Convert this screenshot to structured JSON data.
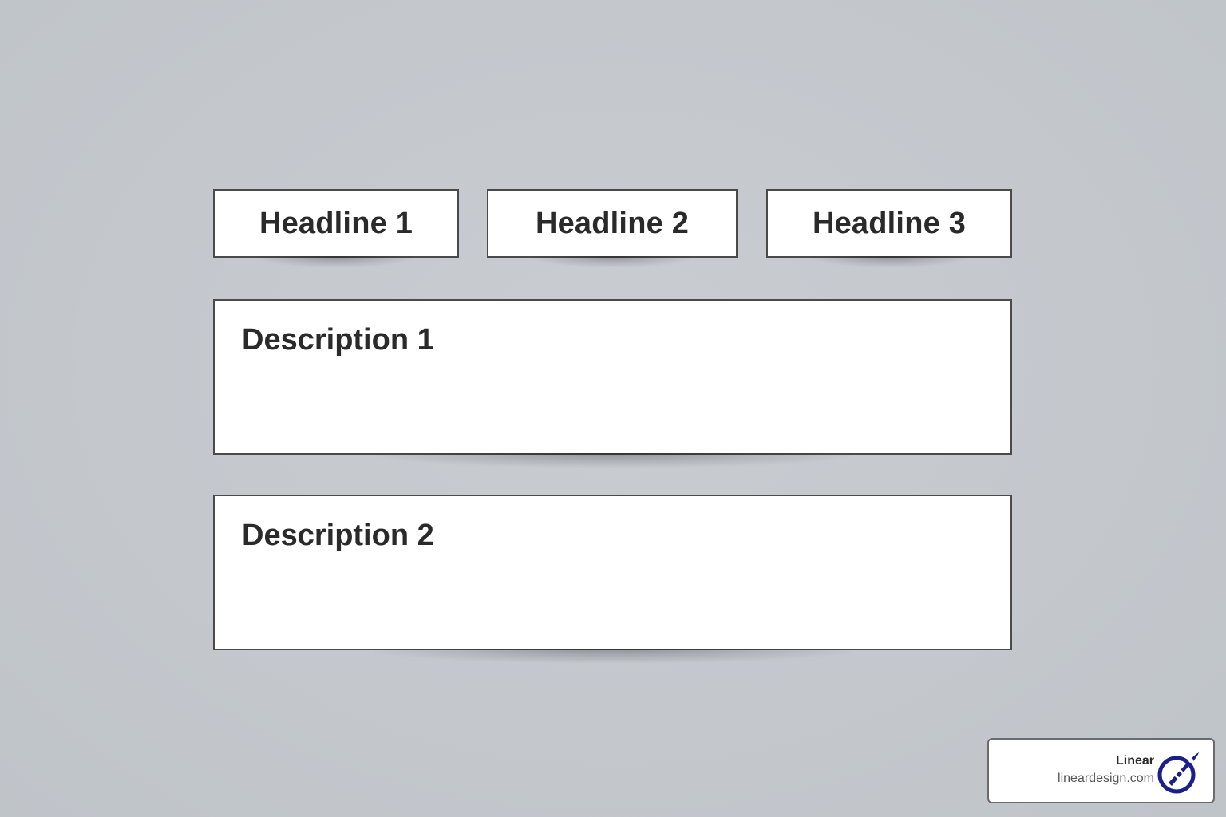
{
  "headlines": [
    {
      "label": "Headline 1"
    },
    {
      "label": "Headline 2"
    },
    {
      "label": "Headline 3"
    }
  ],
  "descriptions": [
    {
      "label": "Description 1"
    },
    {
      "label": "Description 2"
    }
  ],
  "badge": {
    "name": "Linear",
    "url": "lineardesign.com",
    "logo_icon": "rocket-logo-icon",
    "logo_color": "#1a1f8a"
  },
  "colors": {
    "background": "#c4c8cd",
    "card": "#ffffff",
    "card_border": "#4a4a4a",
    "text": "#2a2a2a"
  }
}
